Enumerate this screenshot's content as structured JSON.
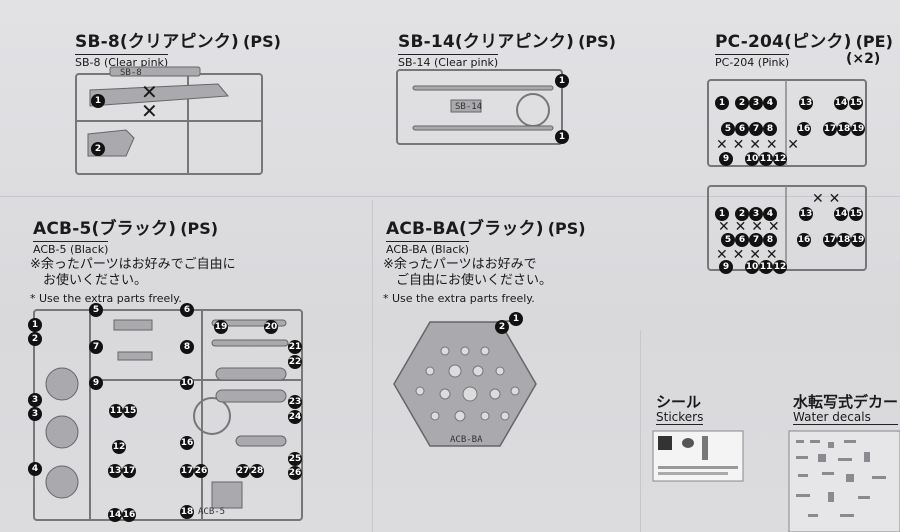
{
  "sections": {
    "sb8": {
      "name": "SB-8(クリアピンク)",
      "material": "(PS)",
      "subtitle": "SB-8 (Clear pink)",
      "runner_tag": "SB-8",
      "markers": [
        "1",
        "2"
      ]
    },
    "sb14": {
      "name": "SB-14(クリアピンク)",
      "material": "(PS)",
      "subtitle": "SB-14 (Clear pink)",
      "runner_tag": "SB-14",
      "markers": [
        "1",
        "1"
      ]
    },
    "pc204": {
      "name": "PC-204(ピンク)",
      "material": "(PE)",
      "quantity": "(×2)",
      "subtitle": "PC-204 (Pink)",
      "markers": [
        "1",
        "2",
        "3",
        "4",
        "5",
        "6",
        "7",
        "8",
        "9",
        "10",
        "11",
        "12",
        "13",
        "14",
        "15",
        "16",
        "17",
        "18",
        "19"
      ]
    },
    "acb5": {
      "name": "ACB-5(ブラック)",
      "material": "(PS)",
      "subtitle": "ACB-5 (Black)",
      "note_jp_line1": "※余ったパーツはお好みでご自由に",
      "note_jp_line2": "お使いください。",
      "note_en": "* Use the extra parts freely.",
      "runner_tag": "ACB-5",
      "markers": [
        "1",
        "2",
        "3",
        "3",
        "4",
        "5",
        "6",
        "7",
        "8",
        "9",
        "10",
        "11",
        "12",
        "13",
        "14",
        "15",
        "16",
        "17",
        "18",
        "19",
        "20",
        "21",
        "22",
        "23",
        "24",
        "25",
        "26",
        "27",
        "28"
      ]
    },
    "acbba": {
      "name": "ACB-BA(ブラック)",
      "material": "(PS)",
      "subtitle": "ACB-BA (Black)",
      "note_jp_line1": "※余ったパーツはお好みで",
      "note_jp_line2": "ご自由にお使いください。",
      "note_en": "* Use the extra parts freely.",
      "runner_tag": "ACB-BA",
      "markers": [
        "1",
        "2"
      ]
    },
    "stickers": {
      "name_jp": "シール",
      "name_en": "Stickers"
    },
    "decals": {
      "name_jp": "水転写式デカー",
      "name_en": "Water decals"
    }
  },
  "colors": {
    "paper": "#dcdcde",
    "ink": "#1a1a1a",
    "runner": "#8e8e93"
  }
}
